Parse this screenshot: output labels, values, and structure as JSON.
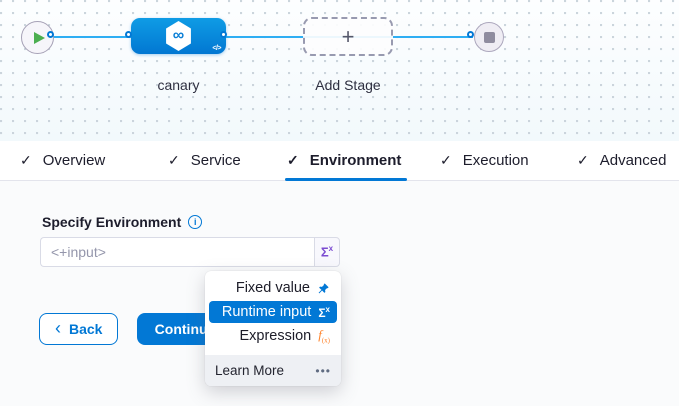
{
  "canvas": {
    "stage_label": "canary",
    "stage_icon_glyph": "∞",
    "stage_badge": "</>",
    "add_stage_label": "Add Stage",
    "add_stage_plus": "+"
  },
  "tab_bar": {
    "check_glyph": "✓",
    "active": "Environment",
    "items": [
      {
        "label": "Overview"
      },
      {
        "label": "Service"
      },
      {
        "label": "Environment"
      },
      {
        "label": "Execution"
      },
      {
        "label": "Advanced"
      }
    ]
  },
  "form": {
    "label": "Specify Environment",
    "info_glyph": "i",
    "input_value": "<+input>",
    "sigma": "Σ",
    "sigma_sup": "x"
  },
  "actions": {
    "back_chevron": "‹",
    "back_label": "Back",
    "continue_label": "Continue"
  },
  "dropdown": {
    "selected": "Runtime input",
    "items": [
      {
        "label": "Fixed value",
        "icon": "pin-icon"
      },
      {
        "label": "Runtime input",
        "icon": "sigma-icon"
      },
      {
        "label": "Expression",
        "icon": "fx-icon"
      }
    ],
    "sigma": "Σ",
    "sigma_sup": "x",
    "fx_f": "f",
    "fx_sub": "(x)",
    "footer_label": "Learn More",
    "footer_more": "•••"
  },
  "colors": {
    "primary_blue": "#0278d5",
    "node_blue": "#0b8fe0",
    "line_blue": "#2eaef3",
    "play_green": "#4cae50",
    "sigma_purple": "#7b4bd1",
    "expression_orange": "#ff832b",
    "footer_gray": "#eef0f4",
    "content_bg": "#fafbfc"
  }
}
